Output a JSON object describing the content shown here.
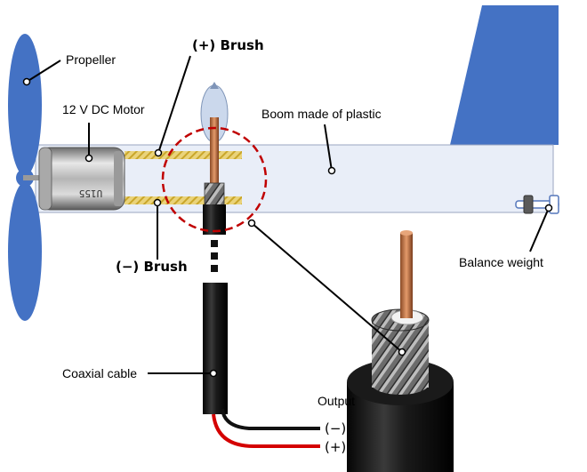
{
  "labels": {
    "propeller": "Propeller",
    "motor": "12 V DC Motor",
    "brush_plus": "(+) Brush",
    "brush_minus": "(−)  Brush",
    "boom": "Boom made of plastic",
    "balance_weight": "Balance weight",
    "coaxial_cable": "Coaxial cable",
    "output": "Output",
    "output_minus": "(−)",
    "output_plus": "(+)",
    "motor_marking": "U155"
  },
  "colors": {
    "propeller": "#4472c4",
    "boom_fill": "#e9eef8",
    "boom_stroke": "#9aa6c0",
    "brush": "#e2c558",
    "highlight_circle": "#c00000",
    "cable_black": "#111111",
    "wire_red": "#d40000",
    "copper": "#c06a3c",
    "weight": "#5577bb"
  },
  "icons": {
    "motor": "dc-motor-icon",
    "cable_photo": "coax-cable-cross-section-icon"
  }
}
